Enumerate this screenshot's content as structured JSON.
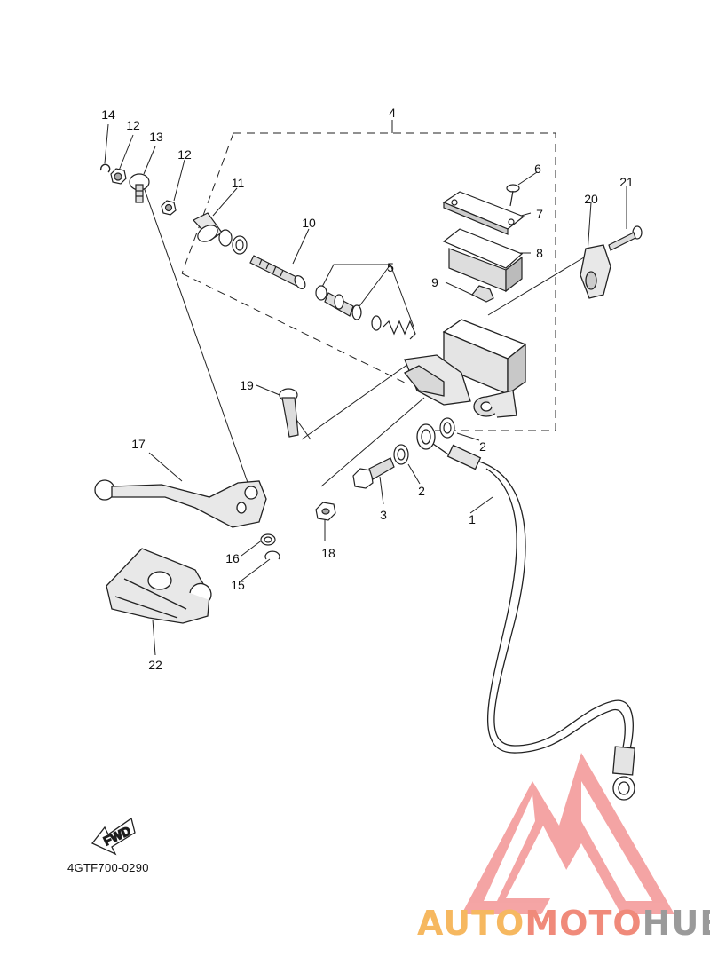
{
  "diagram": {
    "callouts": [
      "1",
      "2",
      "2",
      "3",
      "4",
      "5",
      "6",
      "7",
      "8",
      "9",
      "10",
      "11",
      "12",
      "12",
      "13",
      "14",
      "15",
      "16",
      "17",
      "18",
      "19",
      "20",
      "21",
      "22"
    ],
    "drawing_code": "4GTF700-0290",
    "fwd_label": "FWD"
  },
  "watermark": {
    "part1": "AUTO",
    "part2": "MOTO",
    "part3": "HUB",
    "colors": {
      "auto": "#f6b860",
      "moto": "#f08a7a",
      "hub": "#9a9a9a",
      "logo": "#f4a0a0"
    }
  }
}
